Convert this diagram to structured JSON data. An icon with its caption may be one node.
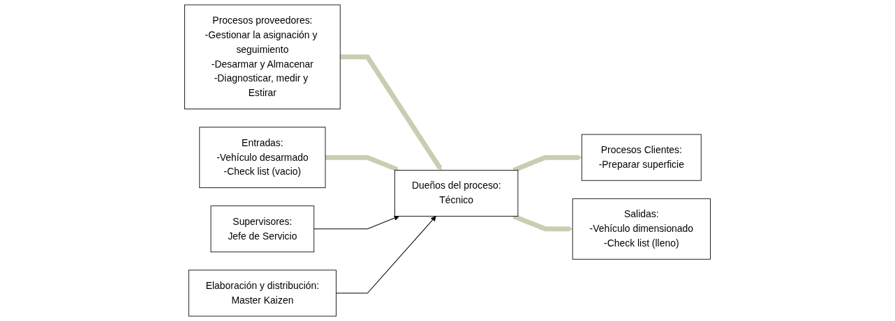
{
  "diagram": {
    "nodes": [
      {
        "text": [
          "Procesos proveedores:",
          "-Gestionar la asignación y seguimiento",
          "-Desarmar y Almacenar",
          "-Diagnosticar, medir y Estirar"
        ]
      },
      {
        "text": [
          "Entradas:",
          "-Vehículo desarmado",
          "-Check list (vacio)"
        ]
      },
      {
        "text": [
          "Supervisores:",
          "Jefe de Servicio"
        ]
      },
      {
        "text": [
          "Dueños del proceso:",
          "Técnico"
        ]
      },
      {
        "text": [
          "Elaboración y distribución:",
          "Master Kaizen"
        ]
      },
      {
        "text": [
          "Procesos Clientes:",
          "-Preparar superficie"
        ]
      },
      {
        "text": [
          "Salidas:",
          "-Vehículo dimensionado",
          "-Check list (lleno)"
        ]
      }
    ],
    "edges": [
      {
        "from": 0,
        "to": 3,
        "arrow": "to"
      },
      {
        "from": 1,
        "to": 3,
        "arrow": "to"
      },
      {
        "from": 2,
        "to": 3,
        "arrow": "to",
        "color": "#000000"
      },
      {
        "from": 4,
        "to": 3,
        "arrow": "to",
        "color": "#000000"
      },
      {
        "from": 3,
        "to": 5,
        "arrow": "to"
      },
      {
        "from": 3,
        "to": 6,
        "arrow": "to"
      }
    ]
  }
}
